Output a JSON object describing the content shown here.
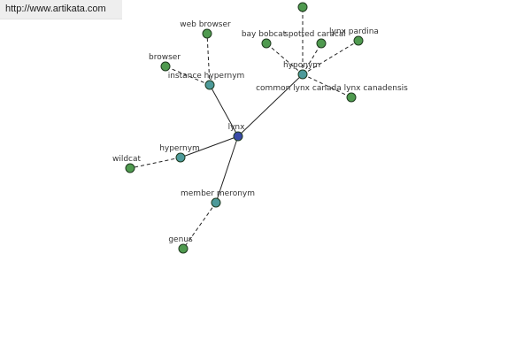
{
  "source_url": "http://www.artikata.com",
  "colors": {
    "center_node": "#3a4aa8",
    "relation_node": "#4d9a9a",
    "leaf_node": "#4f9a4f",
    "node_stroke": "#1f3a1f"
  },
  "graph": {
    "center": {
      "id": "lynx",
      "label": "lynx"
    },
    "relations": [
      {
        "id": "instance-hypernym",
        "label": "instance hypernym"
      },
      {
        "id": "hyponym",
        "label": "hyponym"
      },
      {
        "id": "hypernym",
        "label": "hypernym"
      },
      {
        "id": "member-meronym",
        "label": "member meronym"
      }
    ],
    "leaves": [
      {
        "id": "web-browser",
        "label": "web browser",
        "parent": "instance-hypernym"
      },
      {
        "id": "browser",
        "label": "browser",
        "parent": "instance-hypernym"
      },
      {
        "id": "bay-bobcat",
        "label": "bay bobcat",
        "parent": "hyponym"
      },
      {
        "id": "spotted-caracal",
        "label": "spotted caracal",
        "parent": "hyponym"
      },
      {
        "id": "lynx-pardina",
        "label": "lynx pardina",
        "parent": "hyponym"
      },
      {
        "id": "common-lynx-canada-lynx-canadensis",
        "label": "common lynx canada lynx canadensis",
        "parent": "hyponym"
      },
      {
        "id": "top-unlabeled",
        "label": "",
        "parent": "hyponym"
      },
      {
        "id": "wildcat",
        "label": "wildcat",
        "parent": "hypernym"
      },
      {
        "id": "genus",
        "label": "genus",
        "parent": "member-meronym"
      }
    ]
  }
}
